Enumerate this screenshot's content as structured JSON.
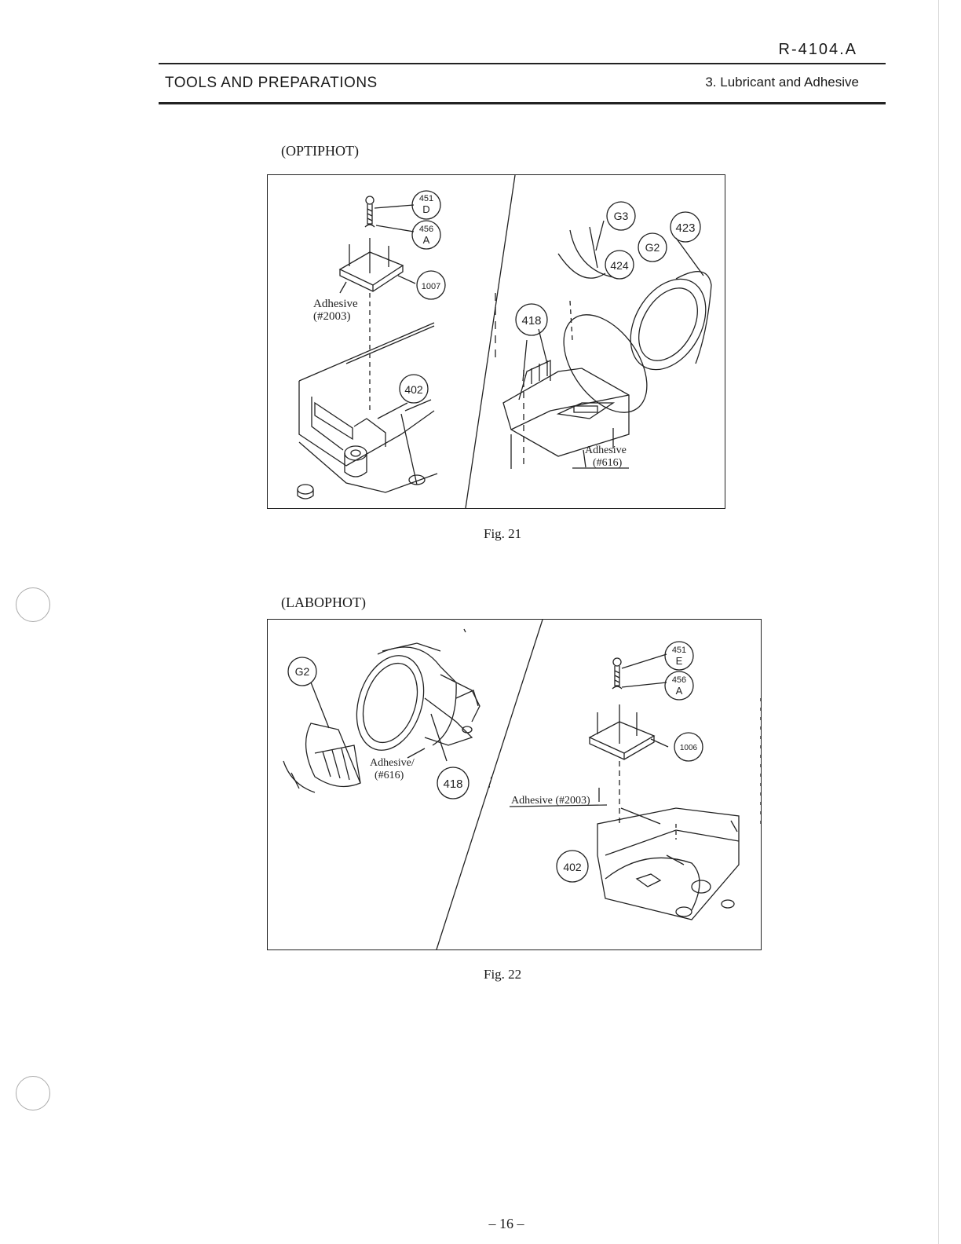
{
  "header": {
    "doc_code": "R-4104.A",
    "section_title": "TOOLS AND PREPARATIONS",
    "subsection_title": "3. Lubricant and Adhesive"
  },
  "figure21": {
    "model_label": "(OPTIPHOT)",
    "caption": "Fig. 21",
    "left_callouts": {
      "c451": "451",
      "c451_sub": "D",
      "c456": "456",
      "c456_sub": "A",
      "c1007": "1007",
      "c402": "402"
    },
    "adhesive_left": "Adhesive",
    "adhesive_left_code": "(#2003)",
    "right_callouts": {
      "g3": "G3",
      "g2": "G2",
      "c423": "423",
      "c424": "424",
      "c418": "418"
    },
    "adhesive_right": "Adhesive",
    "adhesive_right_code": "(#616)"
  },
  "figure22": {
    "model_label": "(LABOPHOT)",
    "caption": "Fig. 22",
    "left_callouts": {
      "g2": "G2",
      "c418": "418"
    },
    "adhesive_left": "Adhesive/",
    "adhesive_left_code": "(#616)",
    "right_callouts": {
      "c451": "451",
      "c451_sub": "E",
      "c456": "456",
      "c456_sub": "A",
      "c1006": "1006",
      "c402": "402"
    },
    "adhesive_right": "Adhesive (#2003)"
  },
  "footer": {
    "page_number": "– 16 –"
  }
}
